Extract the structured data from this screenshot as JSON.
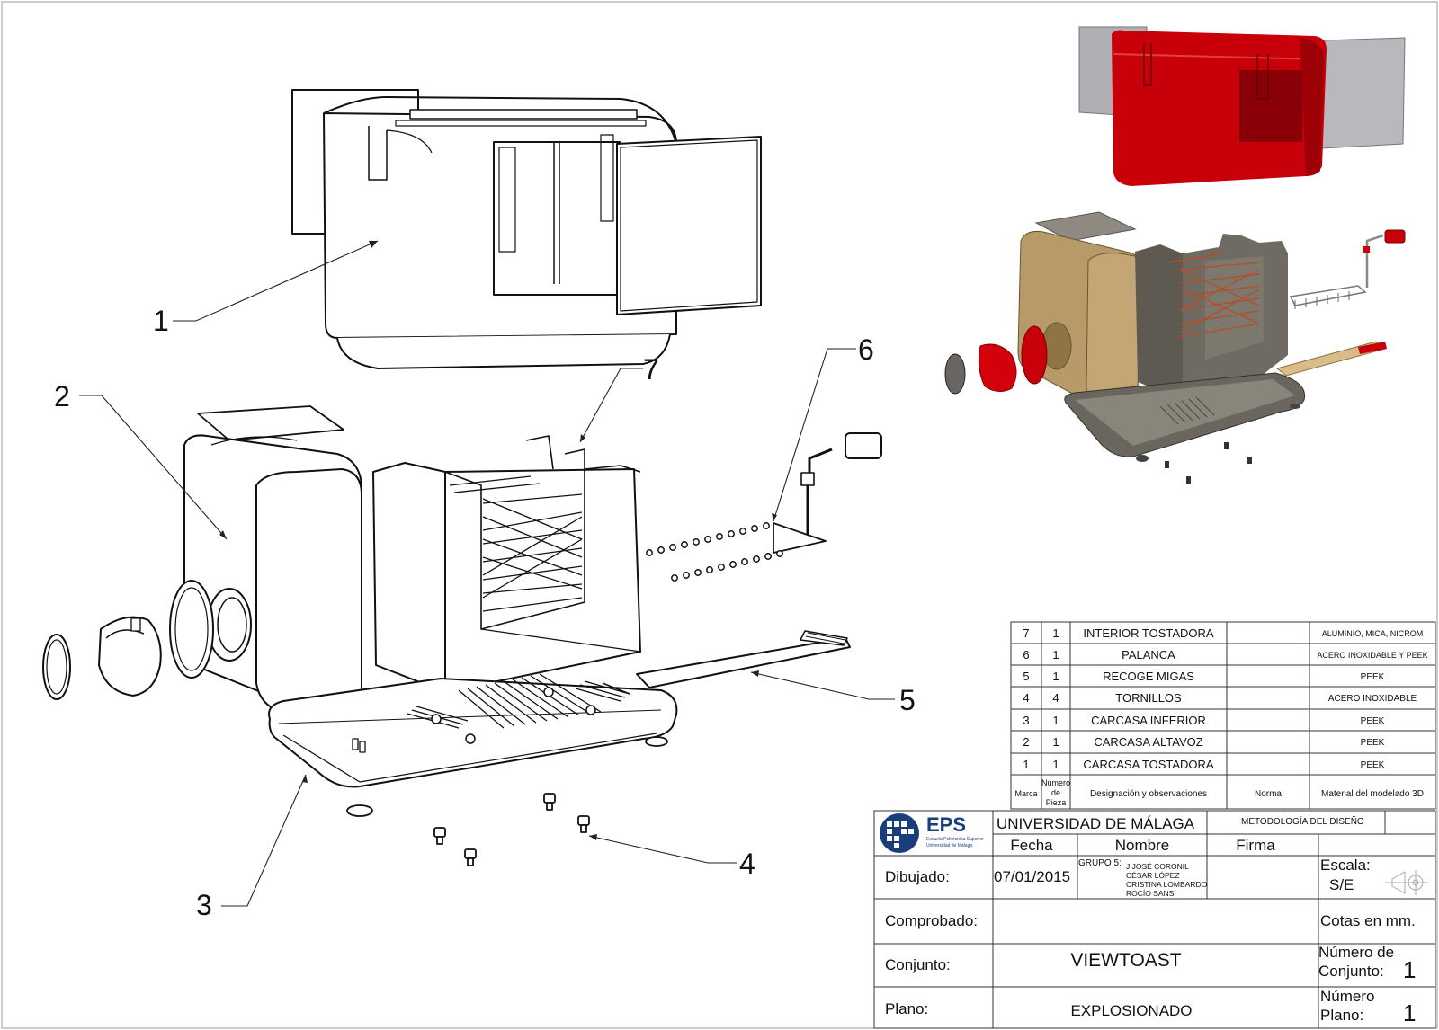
{
  "callouts": [
    "1",
    "2",
    "3",
    "4",
    "5",
    "6",
    "7"
  ],
  "bom": {
    "rows": [
      {
        "marca": "7",
        "numero": "1",
        "designacion": "INTERIOR TOSTADORA",
        "norma": "",
        "material": "ALUMINIO, MICA, NICROM"
      },
      {
        "marca": "6",
        "numero": "1",
        "designacion": "PALANCA",
        "norma": "",
        "material": "ACERO INOXIDABLE Y PEEK"
      },
      {
        "marca": "5",
        "numero": "1",
        "designacion": "RECOGE MIGAS",
        "norma": "",
        "material": "PEEK"
      },
      {
        "marca": "4",
        "numero": "4",
        "designacion": "TORNILLOS",
        "norma": "",
        "material": "ACERO INOXIDABLE"
      },
      {
        "marca": "3",
        "numero": "1",
        "designacion": "CARCASA INFERIOR",
        "norma": "",
        "material": "PEEK"
      },
      {
        "marca": "2",
        "numero": "1",
        "designacion": "CARCASA ALTAVOZ",
        "norma": "",
        "material": "PEEK"
      },
      {
        "marca": "1",
        "numero": "1",
        "designacion": "CARCASA TOSTADORA",
        "norma": "",
        "material": "PEEK"
      }
    ],
    "headers": {
      "marca": "Marca",
      "numero": [
        "Número",
        "de",
        "Pieza"
      ],
      "designacion": "Designación y observaciones",
      "norma": "Norma",
      "material": "Material del modelado 3D"
    }
  },
  "titleblock": {
    "logo_text": "EPS",
    "logo_sub1": "Escuela Politécnica Superior",
    "logo_sub2": "Universidad de Málaga",
    "university": "UNIVERSIDAD DE MÁLAGA",
    "subject": "METODOLOGÍA DEL DISEÑO",
    "col_fecha": "Fecha",
    "col_nombre": "Nombre",
    "col_firma": "Firma",
    "dibujado_label": "Dibujado:",
    "dibujado_fecha": "07/01/2015",
    "grupo": "GRUPO 5:",
    "names": [
      "J.JOSÉ CORONIL",
      "CÉSAR LÓPEZ",
      "CRISTINA LOMBARDO",
      "ROCÍO SANS"
    ],
    "escala_label": "Escala:",
    "escala_value": "S/E",
    "comprobado_label": "Comprobado:",
    "cotas": "Cotas en mm.",
    "conjunto_label": "Conjunto:",
    "conjunto_value": "VIEWTOAST",
    "num_conjunto_label": [
      "Número de",
      "Conjunto:"
    ],
    "num_conjunto_value": "1",
    "plano_label": "Plano:",
    "plano_value": "EXPLOSIONADO",
    "num_plano_label": [
      "Número",
      "Plano:"
    ],
    "num_plano_value": "1"
  },
  "colors": {
    "line": "#111111",
    "red": "#c8000a",
    "tan": "#b89a6a",
    "grey_body": "#6f6b62",
    "grey_panel": "#b0b0b4",
    "wire": "#b0502a"
  }
}
